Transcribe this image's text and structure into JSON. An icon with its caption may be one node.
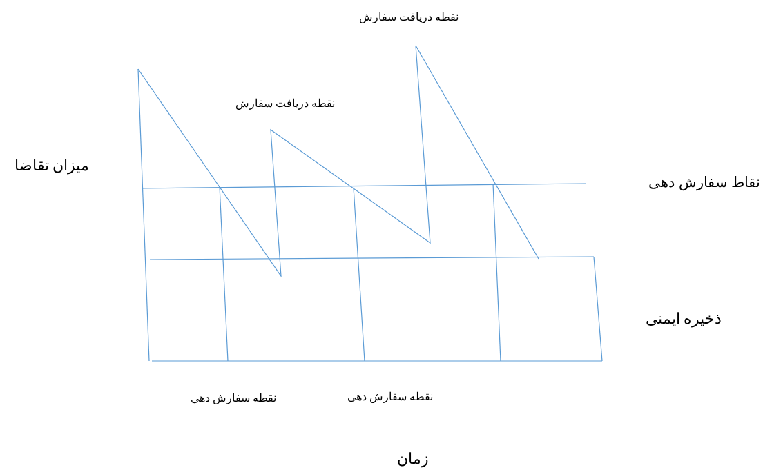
{
  "diagram": {
    "labels": [
      "نقطه دریافت سفارش",
      "نقطه دریافت سفارش",
      "میزان تقاضا",
      "نقاط سفارش دهی",
      "ذخیره ایمنی",
      "نقطه سفارش دهی",
      "نقطه سفارش دهی",
      "زمان"
    ]
  }
}
